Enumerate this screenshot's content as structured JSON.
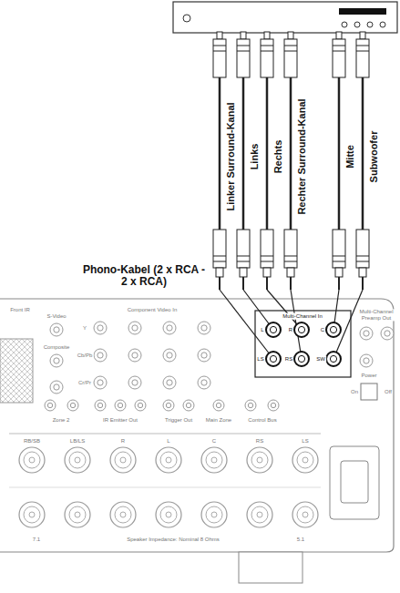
{
  "diagram": {
    "labels": [
      "Linker Surround-Kanal",
      "Links",
      "Rechts",
      "Rechter Surround-Kanal",
      "Mitte",
      "Subwoofer",
      "Phono-Kabel (2 x RCA - 2 x RCA)",
      "Multi-Channel In",
      "L",
      "R",
      "C",
      "LS",
      "RS",
      "SW",
      "Component Video In",
      "Y",
      "Cb/Pb",
      "Cr/Pr",
      "S-Video",
      "Composite",
      "Multi-Channel Preamp Out",
      "Power",
      "On",
      "Off",
      "Zone 2",
      "IR Emitter Out",
      "Trigger Out",
      "Main Zone",
      "Control Bus",
      "RB/SB",
      "LB/LS",
      "R",
      "L",
      "C",
      "RS",
      "LS",
      "Speaker Impedance: Nominal 8 Ohms",
      "7.1",
      "5.1",
      "Front IR"
    ]
  }
}
